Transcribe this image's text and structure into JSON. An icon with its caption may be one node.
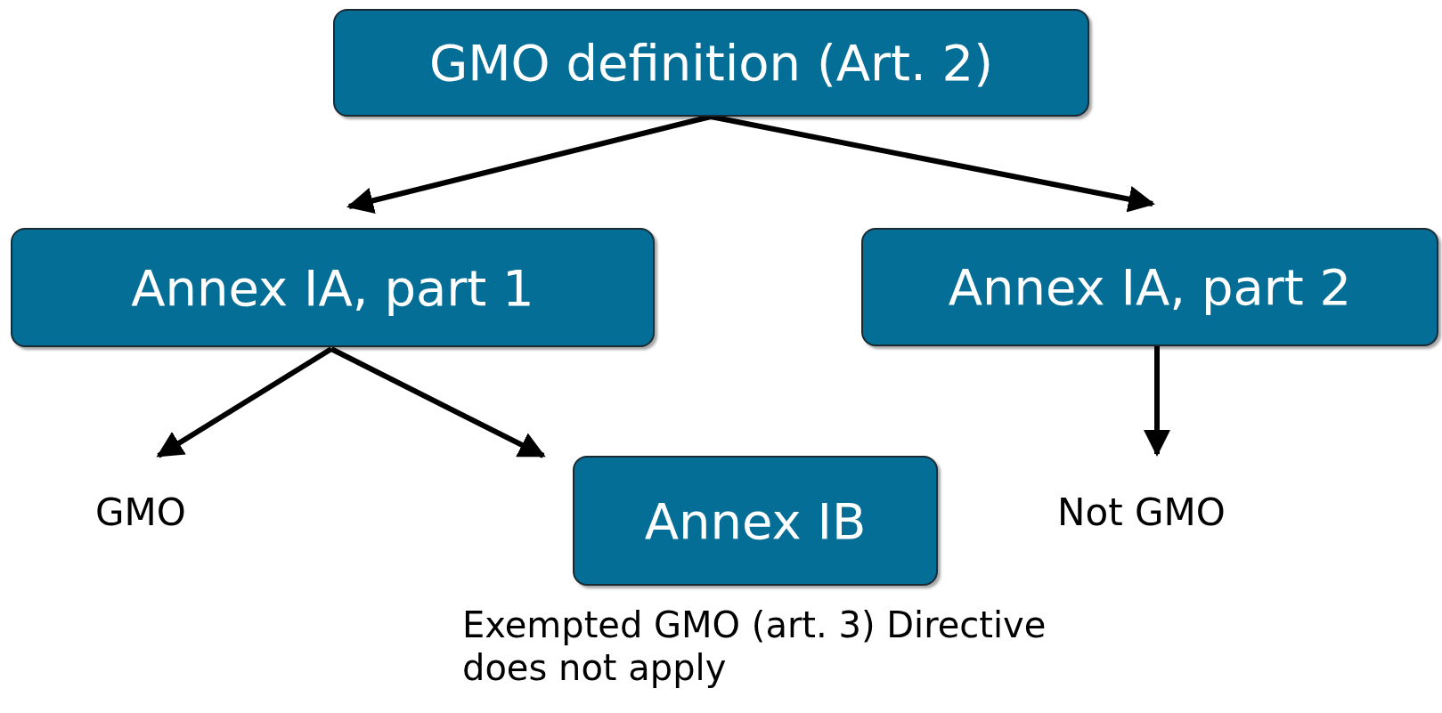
{
  "diagram": {
    "nodes": [
      {
        "text": [
          "GMO definition (Art. 2)"
        ]
      },
      {
        "text": [
          "Annex IA, part 1"
        ]
      },
      {
        "text": [
          "Annex IA, part 2"
        ]
      },
      {
        "text": [
          "GMO"
        ]
      },
      {
        "text": [
          "Annex IB"
        ],
        "beside": [
          "Exempted GMO (art. 3) Directive does not apply"
        ]
      },
      {
        "text": [
          "Not GMO"
        ]
      }
    ],
    "edges": [
      {
        "from": 0,
        "to": 1,
        "arrow": "to"
      },
      {
        "from": 0,
        "to": 2,
        "arrow": "to"
      },
      {
        "from": 1,
        "to": 3,
        "arrow": "to"
      },
      {
        "from": 1,
        "to": 4,
        "arrow": "to"
      },
      {
        "from": 2,
        "to": 5,
        "arrow": "to"
      }
    ]
  }
}
